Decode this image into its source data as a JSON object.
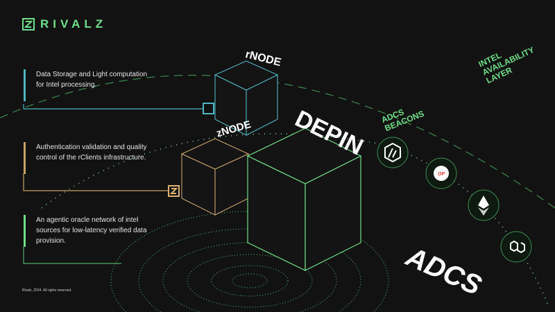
{
  "brand": {
    "name": "RIVALZ",
    "color": "#6fe089"
  },
  "descriptions": [
    {
      "text": "Data Storage and Light computation for Intel processing.",
      "color": "#4fb5c2"
    },
    {
      "text": "Authentication validation and quality control of the rClients infrastructure.",
      "color": "#c9a36a"
    },
    {
      "text": "An agentic oracle network of intel sources for low-latency verified data provision.",
      "color": "#6fe089"
    }
  ],
  "labels": {
    "rnode": "rNODE",
    "znode": "zNODE",
    "depin": "DEPIN",
    "adcs": "ADCS",
    "beacons": "ADCS BEACONS",
    "intel": "INTEL AVAILABILITY LAYER"
  },
  "beacon_icons": [
    "arbitrum-icon",
    "optimism-icon",
    "ethereum-icon",
    "polygon-icon"
  ],
  "op_text": "OP",
  "footer": "Rivalz, 2024. All rights reserved."
}
